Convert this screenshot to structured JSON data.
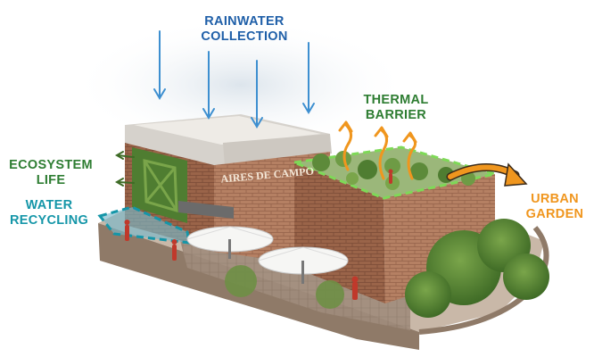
{
  "labels": {
    "rainwater": {
      "line1": "RAINWATER",
      "line2": "COLLECTION",
      "color": "#1f5fa8"
    },
    "thermal": {
      "line1": "THERMAL",
      "line2": "BARRIER",
      "color": "#2e7d32"
    },
    "ecosystem": {
      "line1": "ECOSYSTEM",
      "line2": "LIFE",
      "color": "#2e7d32"
    },
    "water": {
      "line1": "WATER",
      "line2": "RECYCLING",
      "color": "#1596a8"
    },
    "garden": {
      "line1": "URBAN",
      "line2": "GARDEN",
      "color": "#f0961e"
    }
  },
  "signage": {
    "text": "AIRES DE CAMPO"
  },
  "colors": {
    "rain_arrow": "#3d8fd0",
    "heat_arrow": "#f0961e",
    "eco_arrow": "#3e6b26",
    "roof_outline": "#7ed957",
    "recycle_outline": "#1596a8",
    "brick": "#b07a5c",
    "brick_dark": "#8e5d44",
    "roof": "#e9e6e1"
  }
}
